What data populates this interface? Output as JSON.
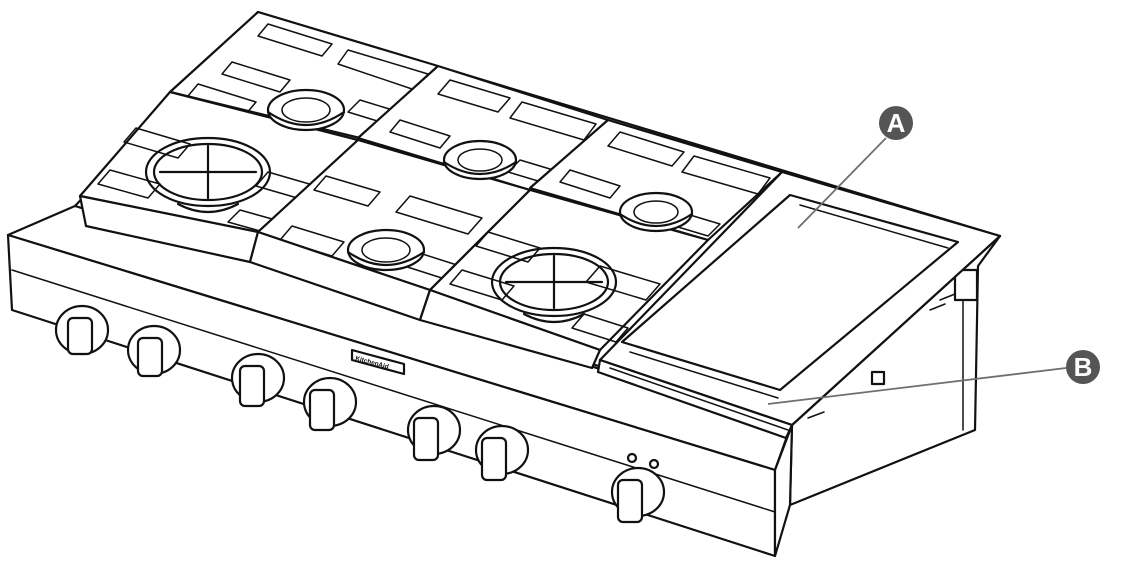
{
  "callouts": {
    "a": {
      "label": "A",
      "target": "griddle"
    },
    "b": {
      "label": "B",
      "target": "grease-tray"
    }
  },
  "brand": {
    "logo_text": "KitchenAid"
  },
  "colors": {
    "line": "#111111",
    "callout_fill": "#555555",
    "leader": "#6f6f6f",
    "background": "#ffffff"
  },
  "counts": {
    "burners": 6,
    "knobs": 7
  }
}
